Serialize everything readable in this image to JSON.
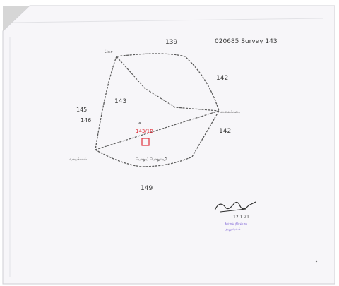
{
  "title": "020685 Survey 143",
  "numbers": {
    "n139": "139",
    "n142a": "142",
    "n142b": "142",
    "n143": "143",
    "n145": "145",
    "n146": "146",
    "n149": "149"
  },
  "place_labels": {
    "top_left": "கொ",
    "right": "சாலைக்கரை",
    "left": "வாய்க்கால்",
    "bottom": "பொதுப் பொதுவழி"
  },
  "center": {
    "label": "க.",
    "survey_red": "143/1B"
  },
  "signature": {
    "date": "12.1.21",
    "stamp_line1": "கிராம நிர்வாக",
    "stamp_line2": "அலுவலர்"
  },
  "colors": {
    "ink": "#3a3a3a",
    "red": "#e0303a",
    "stamp": "#6a4bd0",
    "sheet": "#f7f6f9",
    "corner": "#d6d6d6"
  }
}
